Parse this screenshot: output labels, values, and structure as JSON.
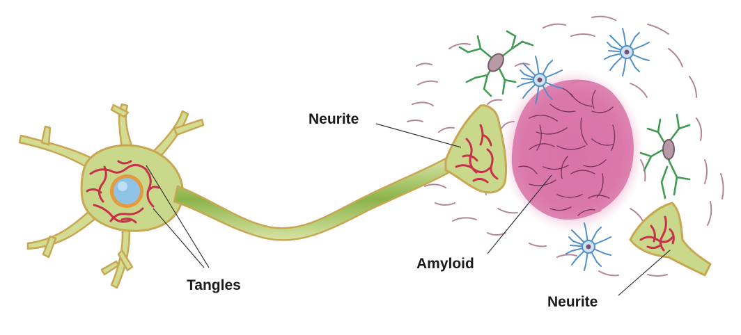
{
  "labels": {
    "neurite_top": "Neurite",
    "tangles": "Tangles",
    "amyloid": "Amyloid",
    "neurite_bottom": "Neurite"
  },
  "colors": {
    "neuron_fill": "#c9d88a",
    "neuron_outline": "#c9a651",
    "axon_core": "#8bb44a",
    "tangle": "#c8304a",
    "nucleus": "#8fc3e6",
    "nucleus_ring": "#e59a3f",
    "amyloid": "#d86fa3",
    "amyloid_fibril": "#6b2a4e",
    "microglia": "#3f9a52",
    "astrocyte": "#4f8fc8",
    "background_fibril": "#8b5470"
  },
  "icons": {
    "neuron": "neuron-cell-body-icon",
    "microglia": "microglia-icon",
    "astrocyte": "astrocyte-icon",
    "plaque": "amyloid-plaque-icon"
  }
}
